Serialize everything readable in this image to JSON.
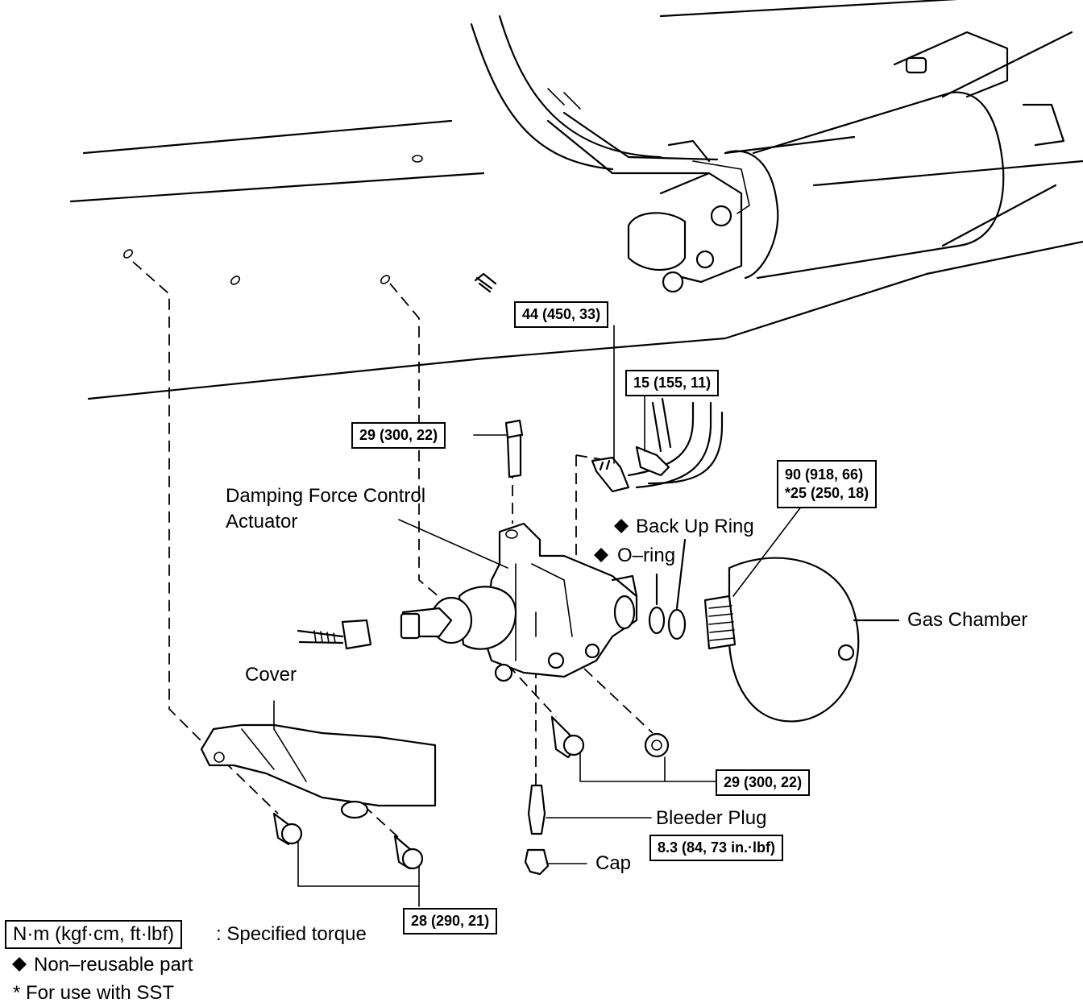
{
  "parts": {
    "actuator_line1": "Damping  Force  Control",
    "actuator_line2": "Actuator",
    "back_up_ring": "Back Up Ring",
    "o_ring": "O–ring",
    "gas_chamber": "Gas Chamber",
    "cover": "Cover",
    "bleeder_plug": "Bleeder Plug",
    "cap": "Cap"
  },
  "torques": {
    "pipe_upper": "44 (450, 33)",
    "pipe_lower": "15 (155, 11)",
    "actuator_bolt": "29 (300, 22)",
    "gas_chamber_line1": "90 (918, 66)",
    "gas_chamber_line2": "*25 (250, 18)",
    "mount_bolts": "29 (300, 22)",
    "bleeder_plug": "8.3 (84, 73 in.·lbf)",
    "cover_bolts": "28 (290, 21)"
  },
  "legend": {
    "unit_box": "N·m (kgf·cm, ft·lbf)",
    "unit_desc": ": Specified torque",
    "non_reusable": "Non–reusable part",
    "sst": "* For use with SST"
  },
  "icons": {
    "marker": "diamond-icon"
  }
}
